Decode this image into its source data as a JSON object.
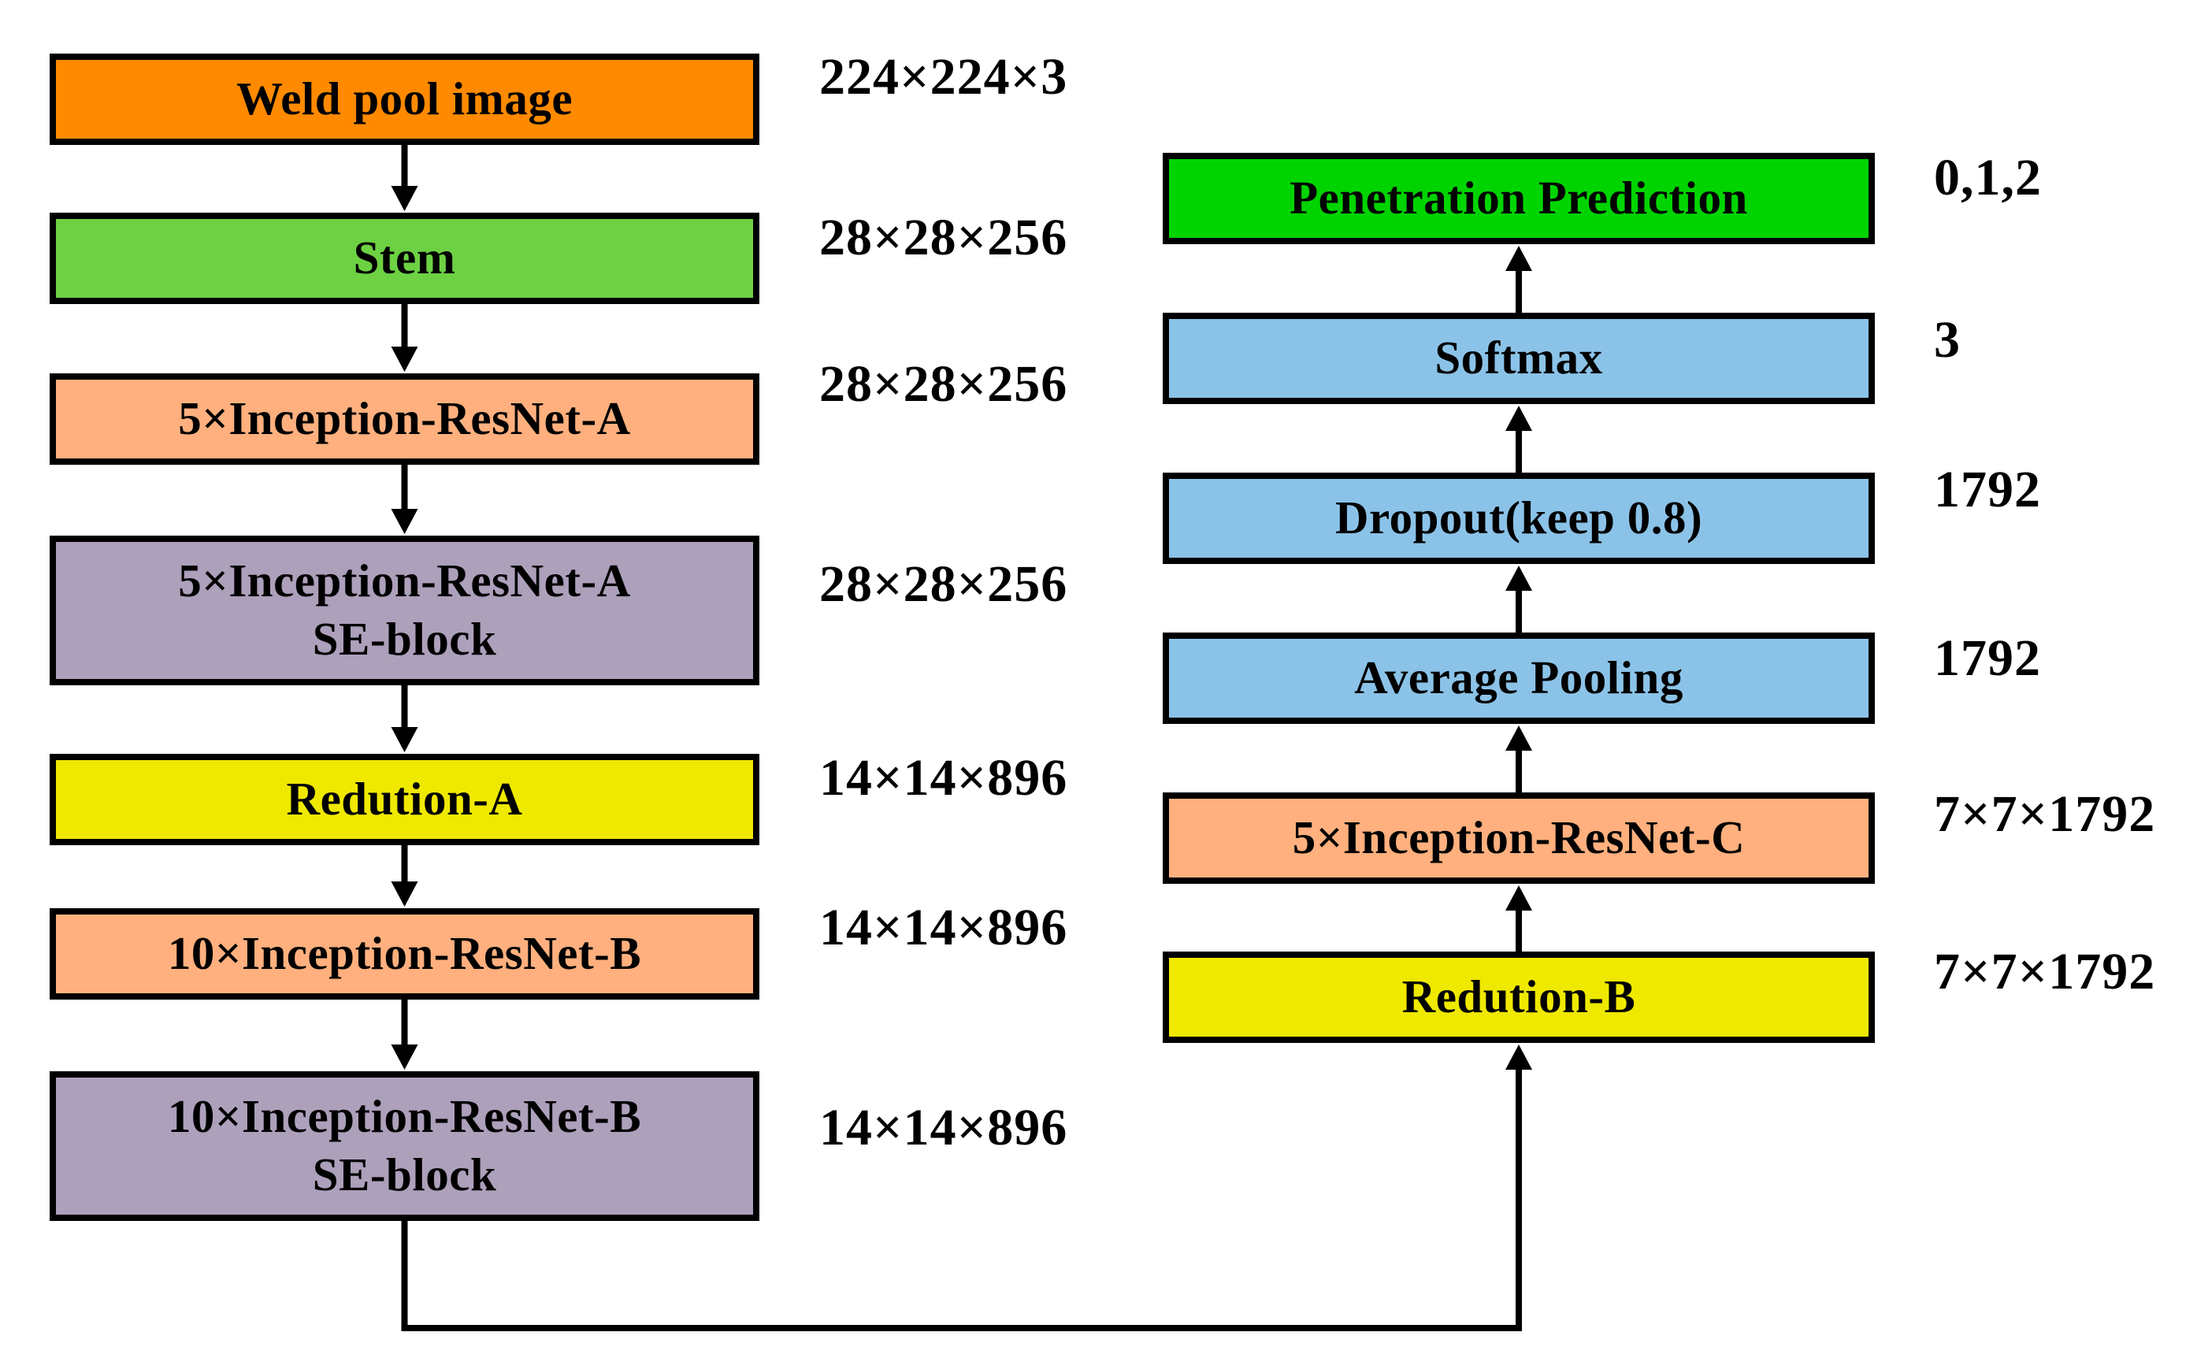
{
  "colors": {
    "orange": "#ff8a00",
    "green": "#6dd143",
    "salmon": "#ffb07e",
    "lavender": "#ada0bb",
    "yellow": "#efe900",
    "bright_green": "#00d400",
    "light_blue": "#8bc3e8",
    "stroke": "#000000"
  },
  "left_column": [
    {
      "id": "weld-pool-image",
      "lines": [
        "Weld pool image"
      ],
      "dim": "224×224×3",
      "color": "orange"
    },
    {
      "id": "stem",
      "lines": [
        "Stem"
      ],
      "dim": "28×28×256",
      "color": "green"
    },
    {
      "id": "inception-resnet-a",
      "lines": [
        "5×Inception-ResNet-A"
      ],
      "dim": "28×28×256",
      "color": "salmon"
    },
    {
      "id": "inception-resnet-a-se",
      "lines": [
        "5×Inception-ResNet-A",
        "SE-block"
      ],
      "dim": "28×28×256",
      "color": "lavender"
    },
    {
      "id": "redution-a",
      "lines": [
        "Redution-A"
      ],
      "dim": "14×14×896",
      "color": "yellow"
    },
    {
      "id": "inception-resnet-b",
      "lines": [
        "10×Inception-ResNet-B"
      ],
      "dim": "14×14×896",
      "color": "salmon"
    },
    {
      "id": "inception-resnet-b-se",
      "lines": [
        "10×Inception-ResNet-B",
        "SE-block"
      ],
      "dim": "14×14×896",
      "color": "lavender"
    }
  ],
  "right_column": [
    {
      "id": "penetration-prediction",
      "lines": [
        "Penetration Prediction"
      ],
      "dim": "0,1,2",
      "color": "bright_green"
    },
    {
      "id": "softmax",
      "lines": [
        "Softmax"
      ],
      "dim": "3",
      "color": "light_blue"
    },
    {
      "id": "dropout",
      "lines": [
        "Dropout(keep 0.8)"
      ],
      "dim": "1792",
      "color": "light_blue"
    },
    {
      "id": "average-pooling",
      "lines": [
        "Average Pooling"
      ],
      "dim": "1792",
      "color": "light_blue"
    },
    {
      "id": "inception-resnet-c",
      "lines": [
        "5×Inception-ResNet-C"
      ],
      "dim": "7×7×1792",
      "color": "salmon"
    },
    {
      "id": "redution-b",
      "lines": [
        "Redution-B"
      ],
      "dim": "7×7×1792",
      "color": "yellow"
    }
  ]
}
